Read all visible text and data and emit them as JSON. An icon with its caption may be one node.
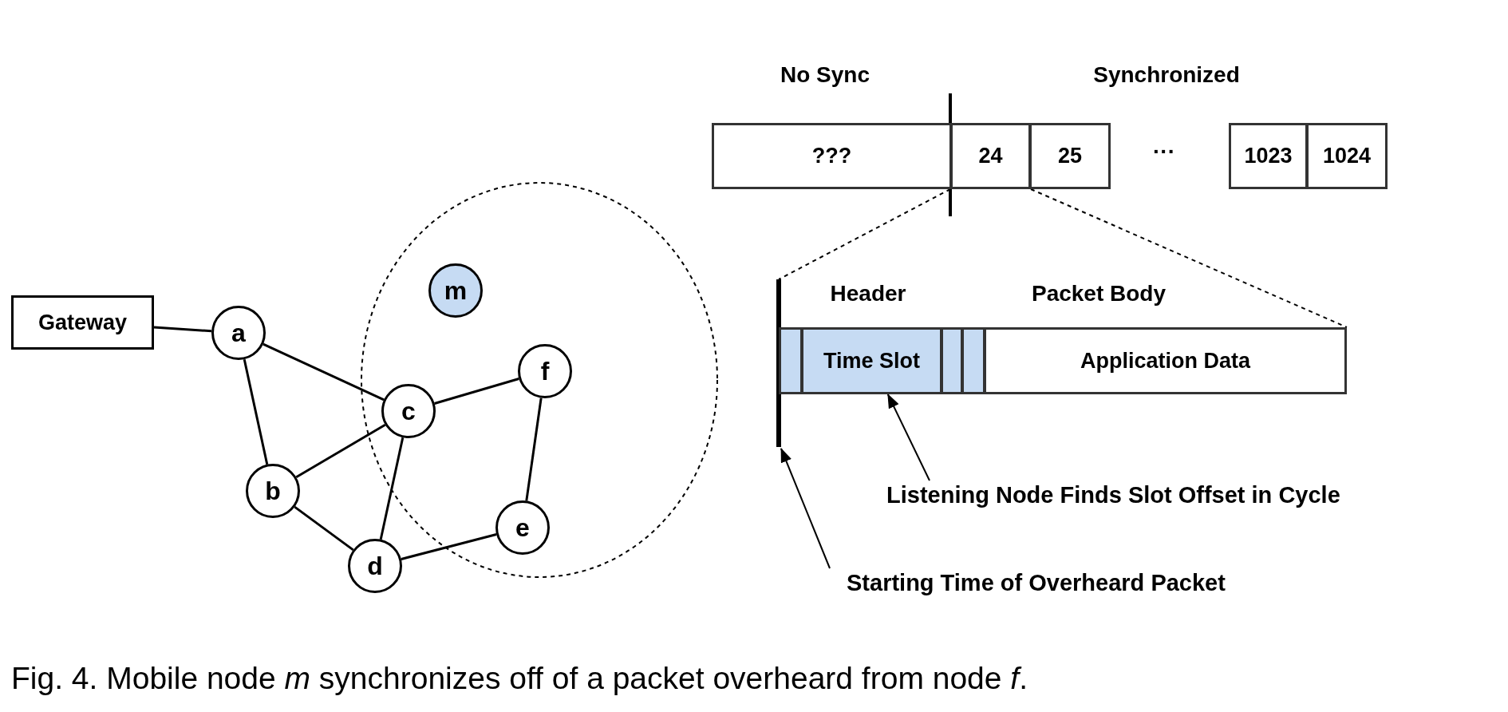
{
  "diagram": {
    "caption": "Fig. 4. Mobile node *m* synchronizes off of a packet overheard from node *f*.",
    "nodes": [
      {
        "text": [
          "Gateway"
        ]
      },
      {
        "text": [
          "a"
        ]
      },
      {
        "text": [
          "b"
        ]
      },
      {
        "text": [
          "c"
        ]
      },
      {
        "text": [
          "d"
        ]
      },
      {
        "text": [
          "e"
        ]
      },
      {
        "text": [
          "f"
        ]
      },
      {
        "text": [
          "m"
        ]
      },
      {
        "text": [
          "???"
        ]
      },
      {
        "text": [
          "24"
        ]
      },
      {
        "text": [
          "25"
        ]
      },
      {
        "text": [
          "1023"
        ]
      },
      {
        "text": [
          "1024"
        ]
      },
      {
        "text": [],
        "shape": "bar"
      },
      {
        "text": [],
        "shape": "box"
      },
      {
        "text": [
          "Time Slot"
        ]
      },
      {
        "text": [],
        "shape": "box"
      },
      {
        "text": [],
        "shape": "box"
      },
      {
        "text": [
          "Application Data"
        ]
      },
      {
        "text": [
          "Listening Node Finds Slot Offset in Cycle"
        ]
      },
      {
        "text": [
          "Starting Time of Overheard Packet"
        ]
      }
    ],
    "edges": [
      {
        "from": 0,
        "to": 1,
        "arrow": "none"
      },
      {
        "from": 1,
        "to": 2,
        "arrow": "none"
      },
      {
        "from": 1,
        "to": 3,
        "arrow": "none"
      },
      {
        "from": 2,
        "to": 3,
        "arrow": "none"
      },
      {
        "from": 2,
        "to": 4,
        "arrow": "none"
      },
      {
        "from": 3,
        "to": 4,
        "arrow": "none"
      },
      {
        "from": 3,
        "to": 6,
        "arrow": "none"
      },
      {
        "from": 6,
        "to": 5,
        "arrow": "none"
      },
      {
        "from": 4,
        "to": 5,
        "arrow": "none"
      },
      {
        "from": 19,
        "to": 15,
        "arrow": "to"
      },
      {
        "from": 20,
        "to": 13,
        "arrow": "to"
      },
      {
        "from": 9,
        "to": 13,
        "arrow": "none",
        "style": "dashed"
      },
      {
        "from": 9,
        "to": 18,
        "arrow": "none",
        "style": "dashed"
      }
    ],
    "labels": [
      "No Sync",
      "Synchronized",
      "···",
      "Header",
      "Packet Body"
    ]
  }
}
